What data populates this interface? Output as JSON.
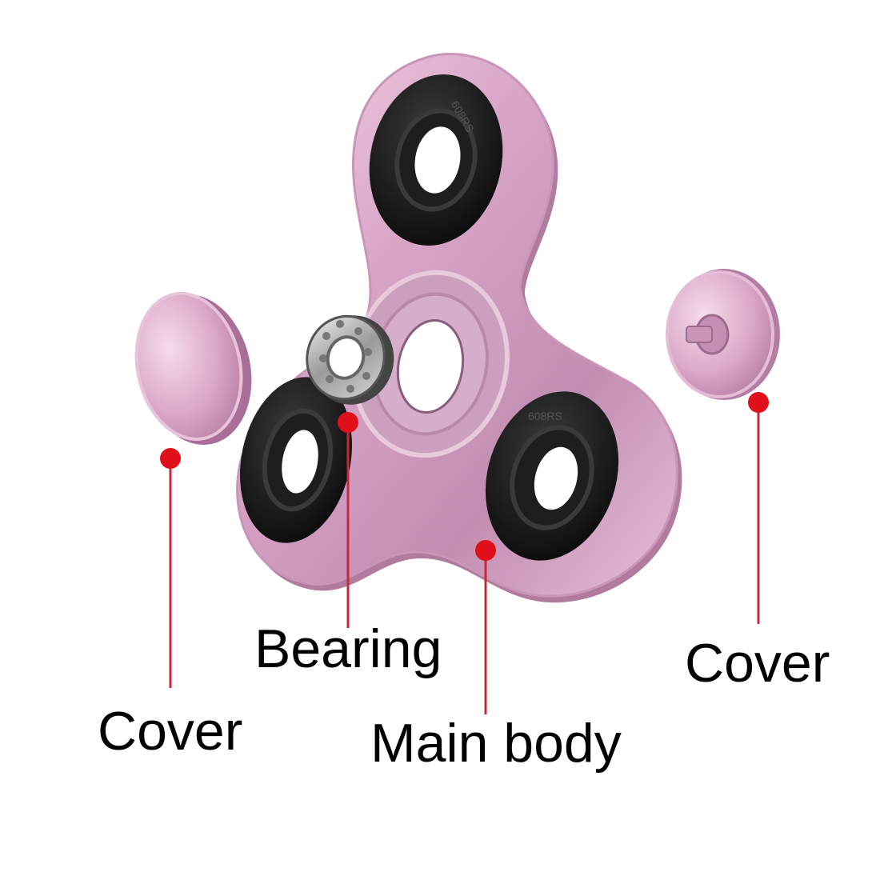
{
  "labels": {
    "cover_left": "Cover",
    "bearing": "Bearing",
    "main_body": "Main body",
    "cover_right": "Cover"
  },
  "bearing_marking": "608RS",
  "colors": {
    "body_pink": "#d9a6c8",
    "body_shadow": "#b07b9f",
    "bearing_black": "#141414",
    "callout_red": "#e0101a",
    "callout_line": "#c8283a",
    "label_text": "#000000"
  }
}
